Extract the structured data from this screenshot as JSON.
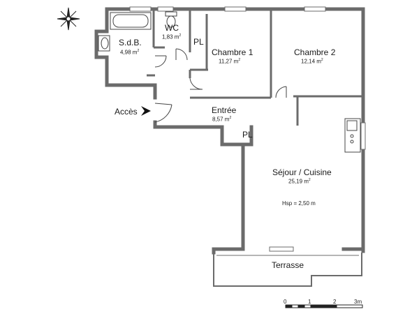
{
  "rooms": {
    "sdb": {
      "name": "S.d.B.",
      "area": "4,98 m",
      "unit_sup": "2"
    },
    "wc": {
      "name": "WC",
      "area": "1,83 m",
      "unit_sup": "2"
    },
    "pl_top": {
      "name": "PL"
    },
    "chambre1": {
      "name": "Chambre 1",
      "area": "11,27 m",
      "unit_sup": "2"
    },
    "chambre2": {
      "name": "Chambre 2",
      "area": "12,14 m",
      "unit_sup": "2"
    },
    "entree": {
      "name": "Entrée",
      "area": "8,57 m",
      "unit_sup": "2"
    },
    "pl_bottom": {
      "name": "PL"
    },
    "sejour": {
      "name": "Séjour / Cuisine",
      "area": "25,19 m",
      "unit_sup": "2",
      "height_note": "Hsp = 2,50 m"
    },
    "terrasse": {
      "name": "Terrasse"
    }
  },
  "access_label": "Accès",
  "scale_bar": {
    "ticks": [
      "0",
      "1",
      "2",
      "3m"
    ]
  },
  "compass": {
    "icon": "compass-rose-icon"
  }
}
